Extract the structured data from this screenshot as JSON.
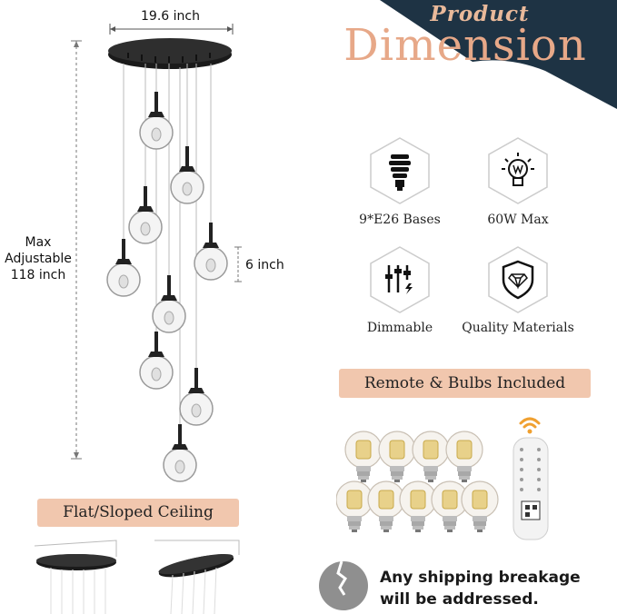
{
  "header": {
    "title_small": "Product",
    "title_big": "Dimension"
  },
  "dimensions": {
    "width": "19.6 inch",
    "height_line1": "Max",
    "height_line2": "Adjustable",
    "height_line3": "118 inch",
    "globe_spacing": "6 inch"
  },
  "features": [
    {
      "label": "9*E26 Bases",
      "icon": "bulb-icon"
    },
    {
      "label": "60W Max",
      "icon": "wattage-bulb-icon"
    },
    {
      "label": "Dimmable",
      "icon": "dimmer-slider-icon"
    },
    {
      "label": "Quality Materials",
      "icon": "diamond-shield-icon"
    }
  ],
  "remote_banner": "Remote & Bulbs Included",
  "ceiling_banner": "Flat/Sloped Ceiling",
  "shipping": {
    "line1": "Any shipping breakage",
    "line2": "will be addressed."
  },
  "colors": {
    "banner_dark": "#1e3344",
    "accent_peach": "#f1c7ae",
    "title_peach": "#e7a888"
  }
}
